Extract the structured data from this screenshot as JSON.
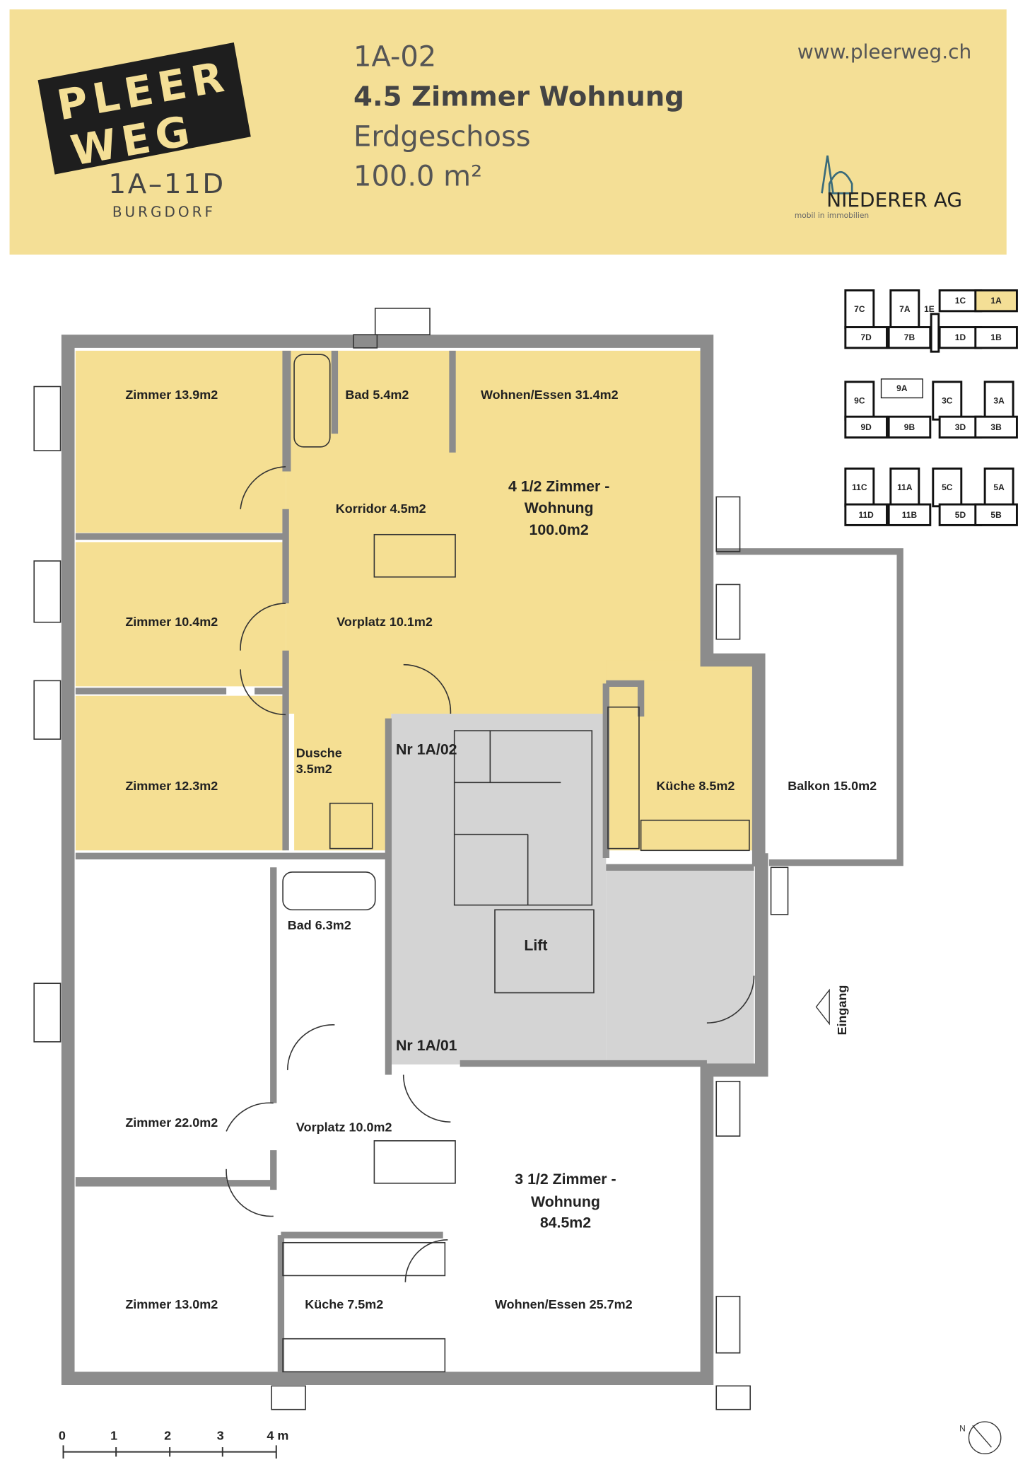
{
  "header": {
    "background": "#f4df96",
    "logo": {
      "line1": "PLEER",
      "line2": "WEG",
      "range": "1A–11D",
      "city": "BURGDORF"
    },
    "unit_code": "1A-02",
    "unit_type": "4.5 Zimmer Wohnung",
    "floor": "Erdgeschoss",
    "area": "100.0 m²",
    "website": "www.pleerweg.ch",
    "agency": {
      "name": "NIEDERER AG",
      "tagline": "mobil in immobilien"
    }
  },
  "key_plan": {
    "highlight_color": "#f4df96",
    "selected": "1A",
    "units": [
      "7C",
      "7A",
      "1C",
      "1A",
      "7D",
      "7B",
      "1E",
      "1D",
      "1B",
      "9C",
      "9A",
      "3C",
      "3A",
      "9D",
      "9B",
      "3D",
      "3B",
      "11C",
      "11A",
      "5C",
      "5A",
      "11D",
      "11B",
      "5D",
      "5B"
    ]
  },
  "plan": {
    "colors": {
      "apartment": "#f5df93",
      "stairwell": "#d4d4d4",
      "wall": "#8c8c8c"
    },
    "rooms": {
      "zimmer_139": "Zimmer 13.9m2",
      "bad_54": "Bad 5.4m2",
      "wohnen_314": "Wohnen/Essen 31.4m2",
      "korridor": "Korridor 4.5m2",
      "apt1_title": [
        "4 1/2 Zimmer -",
        "Wohnung",
        "100.0m2"
      ],
      "zimmer_104": "Zimmer 10.4m2",
      "vorplatz_101": "Vorplatz 10.1m2",
      "dusche": [
        "Dusche",
        "3.5m2"
      ],
      "nr_1a02": "Nr 1A/02",
      "kueche_85": "Küche 8.5m2",
      "balkon": "Balkon 15.0m2",
      "zimmer_123": "Zimmer 12.3m2",
      "bad_63": "Bad 6.3m2",
      "lift": "Lift",
      "eingang": "Eingang",
      "nr_1a01": "Nr 1A/01",
      "zimmer_220": "Zimmer 22.0m2",
      "vorplatz_100": "Vorplatz 10.0m2",
      "apt2_title": [
        "3 1/2 Zimmer -",
        "Wohnung",
        "84.5m2"
      ],
      "zimmer_130": "Zimmer 13.0m2",
      "kueche_75": "Küche 7.5m2",
      "wohnen_257": "Wohnen/Essen 25.7m2"
    },
    "scale": {
      "ticks": [
        "0",
        "1",
        "2",
        "3",
        "4 m"
      ]
    },
    "north_label": "N"
  }
}
